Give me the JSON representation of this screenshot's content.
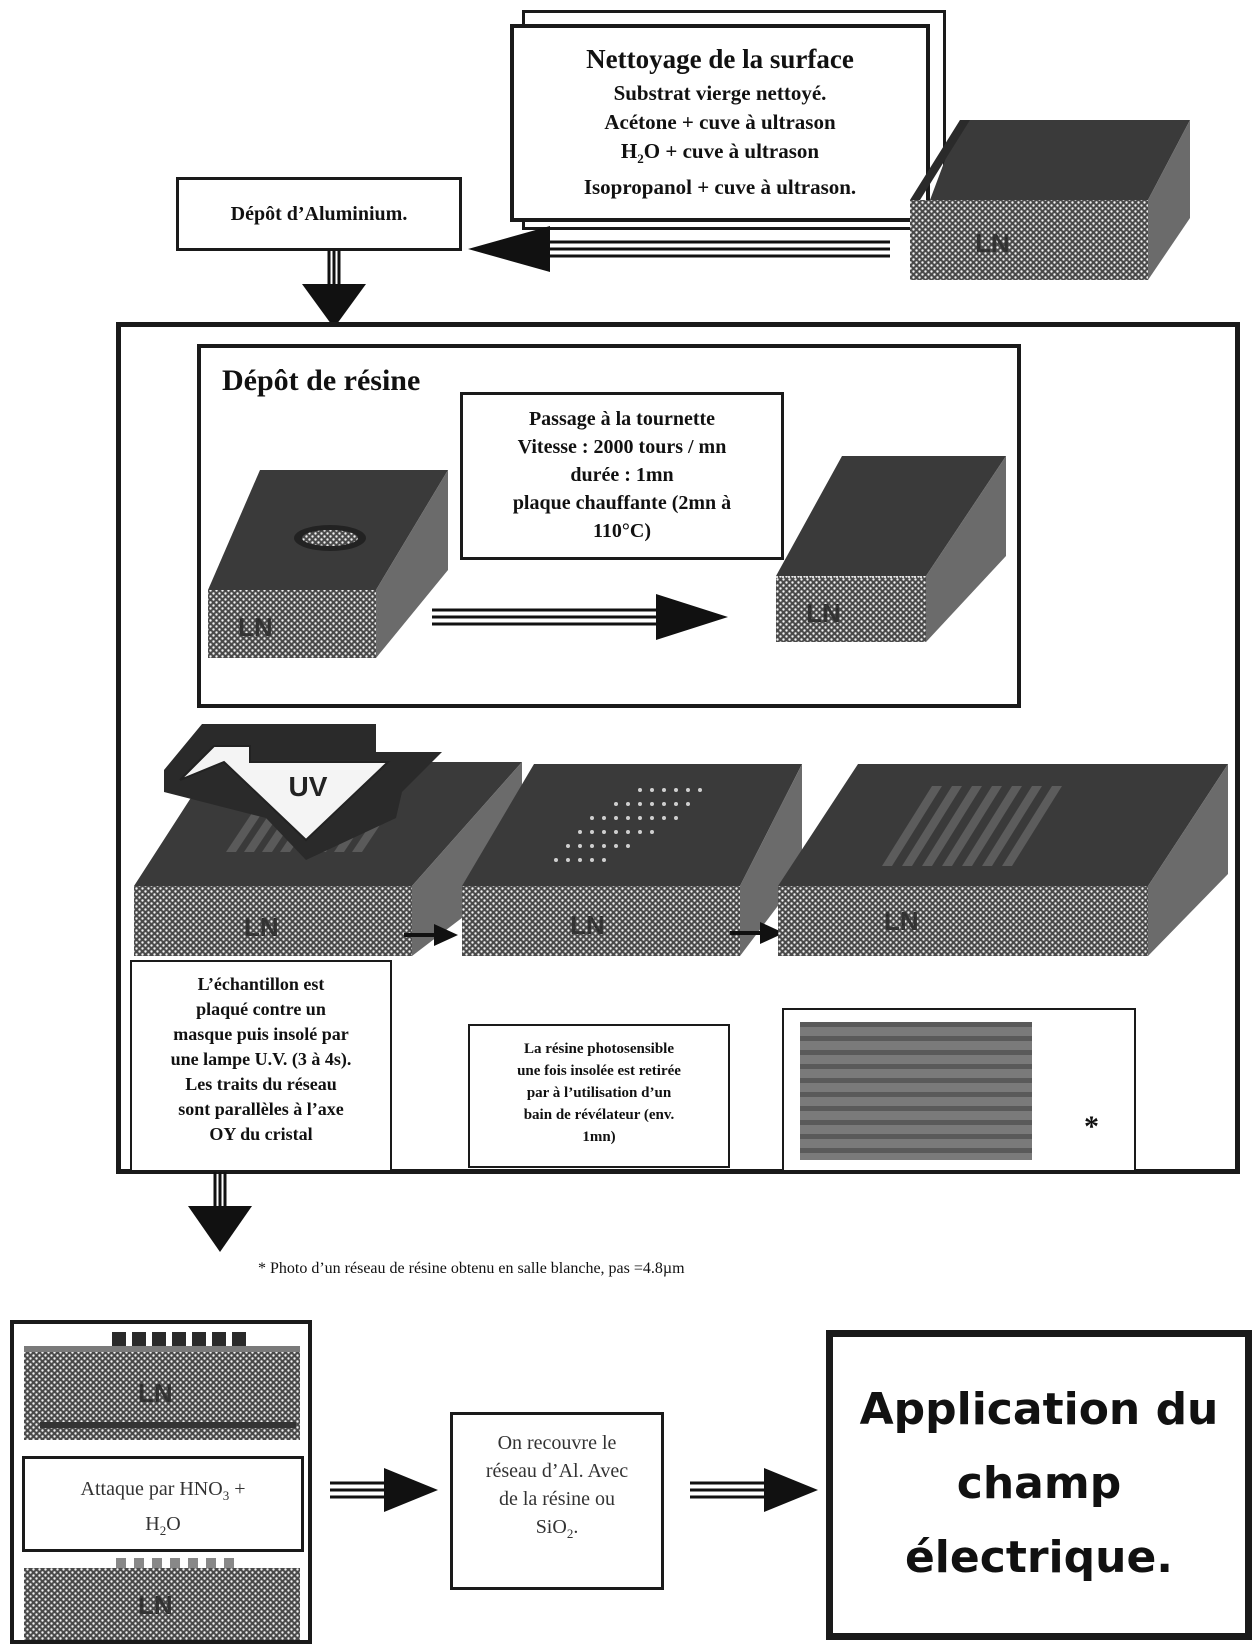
{
  "cleaning": {
    "title": "Nettoyage de la surface",
    "lines": [
      "Substrat vierge nettoyé.",
      "Acétone + cuve à ultrason",
      "H",
      "2",
      "O + cuve à ultrason",
      "Isopropanol + cuve à ultrason."
    ]
  },
  "aluminium": {
    "label": "Dépôt d’Aluminium."
  },
  "resin": {
    "title": "Dépôt de résine",
    "spin": [
      "Passage à la tournette",
      "Vitesse : 2000 tours / mn",
      "durée : 1mn",
      "plaque chauffante (2mn à",
      "110°C)"
    ]
  },
  "uv": {
    "label": "UV"
  },
  "substrate_label": "LN",
  "insolation": [
    "L’échantillon est",
    "plaqué contre un",
    "masque puis insolé par",
    "une lampe U.V. (3 à 4s).",
    "Les traits du réseau",
    "sont parallèles à l’axe",
    "OY du cristal"
  ],
  "development": [
    "La résine photosensible",
    "une fois insolée est retirée",
    "par à l’utilisation d’un",
    "bain de révélateur (env.",
    "1mn)"
  ],
  "photo_marker": "*",
  "footnote": "* Photo d’un réseau de résine obtenu en salle blanche, pas =4.8µm",
  "etching": {
    "prefix": "Attaque par HNO",
    "sub1": "3",
    "mid": " +",
    "line2_prefix": "H",
    "sub2": "2",
    "line2_suffix": "O"
  },
  "coating": {
    "line1": "On recouvre le",
    "line2": "réseau d’Al. Avec",
    "line3": "de la résine ou",
    "line4_prefix": "SiO",
    "line4_sub": "2",
    "line4_suffix": "."
  },
  "application": [
    "Application du",
    "champ",
    "électrique."
  ]
}
